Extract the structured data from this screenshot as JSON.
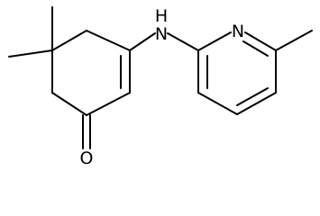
{
  "molecule": {
    "atoms": {
      "amine_nitrogen": "H",
      "amine_nitrogen_n": "N",
      "pyridine_nitrogen": "N",
      "carbonyl_oxygen": "O"
    },
    "colors": {
      "bond": "#000000",
      "text": "#000000",
      "background": "#ffffff"
    }
  }
}
